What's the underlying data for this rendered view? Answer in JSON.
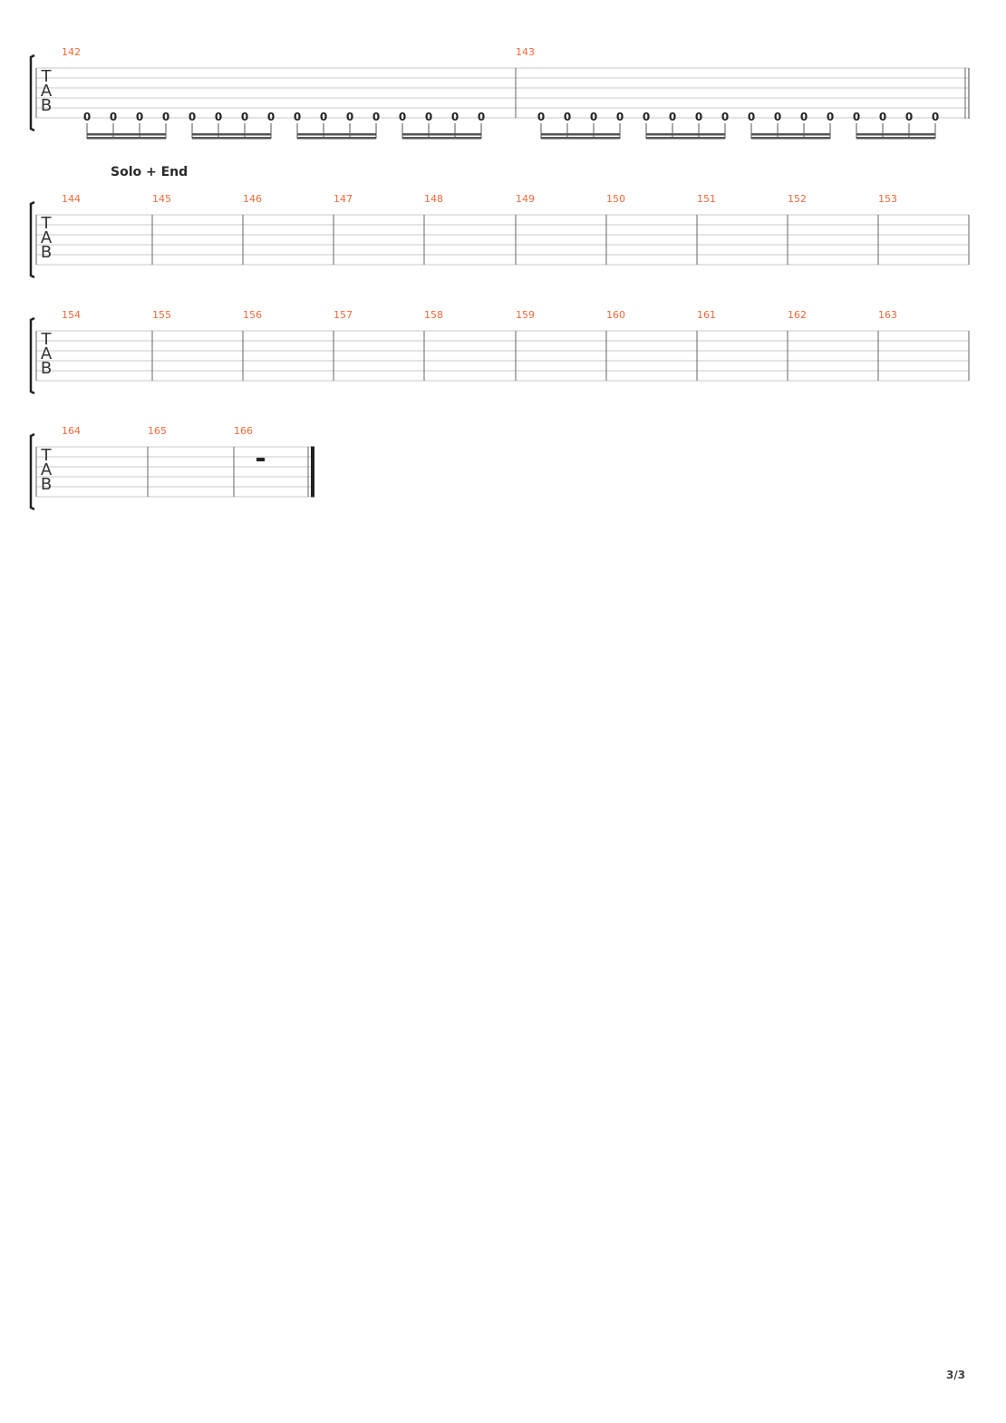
{
  "colors": {
    "bar_number": "#ef6a3a",
    "staff_line": "#c8c8c8",
    "bar_line": "#666666",
    "ink": "#222222"
  },
  "tab_clef": [
    "T",
    "A",
    "B"
  ],
  "section_marker": "Solo + End",
  "page_indicator": "3/3",
  "systems": [
    {
      "bars": [
        {
          "number": "142",
          "notes": [
            "0",
            "0",
            "0",
            "0",
            "0",
            "0",
            "0",
            "0",
            "0",
            "0",
            "0",
            "0",
            "0",
            "0",
            "0",
            "0"
          ],
          "beam_groups": 4
        },
        {
          "number": "143",
          "notes": [
            "0",
            "0",
            "0",
            "0",
            "0",
            "0",
            "0",
            "0",
            "0",
            "0",
            "0",
            "0",
            "0",
            "0",
            "0",
            "0"
          ],
          "beam_groups": 4
        }
      ]
    },
    {
      "bars": [
        {
          "number": "144"
        },
        {
          "number": "145"
        },
        {
          "number": "146"
        },
        {
          "number": "147"
        },
        {
          "number": "148"
        },
        {
          "number": "149"
        },
        {
          "number": "150"
        },
        {
          "number": "151"
        },
        {
          "number": "152"
        },
        {
          "number": "153"
        }
      ]
    },
    {
      "bars": [
        {
          "number": "154"
        },
        {
          "number": "155"
        },
        {
          "number": "156"
        },
        {
          "number": "157"
        },
        {
          "number": "158"
        },
        {
          "number": "159"
        },
        {
          "number": "160"
        },
        {
          "number": "161"
        },
        {
          "number": "162"
        },
        {
          "number": "163"
        }
      ]
    },
    {
      "bars": [
        {
          "number": "164"
        },
        {
          "number": "165"
        },
        {
          "number": "166",
          "rest": "half-rest"
        }
      ]
    }
  ]
}
